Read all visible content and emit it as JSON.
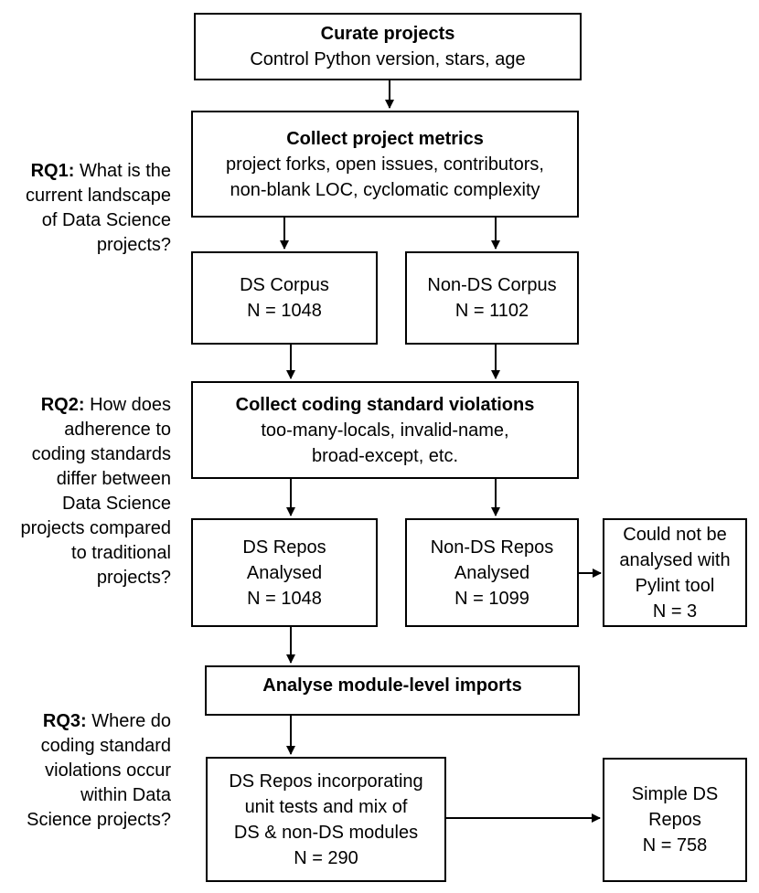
{
  "boxes": {
    "curate": {
      "title": "Curate projects",
      "lines": [
        "Control Python version, stars, age"
      ]
    },
    "metrics": {
      "title": "Collect project metrics",
      "lines": [
        "project forks, open issues, contributors,",
        "non-blank LOC, cyclomatic complexity"
      ]
    },
    "ds_corpus": {
      "lines": [
        "DS Corpus",
        "N = 1048"
      ]
    },
    "non_ds_corpus": {
      "lines": [
        "Non-DS Corpus",
        "N = 1102"
      ]
    },
    "violations": {
      "title": "Collect coding standard violations",
      "lines": [
        "too-many-locals, invalid-name,",
        "broad-except, etc."
      ]
    },
    "ds_analysed": {
      "lines": [
        "DS Repos",
        "Analysed",
        "N = 1048"
      ]
    },
    "non_ds_analysed": {
      "lines": [
        "Non-DS Repos",
        "Analysed",
        "N = 1099"
      ]
    },
    "not_analysed": {
      "lines": [
        "Could not be",
        "analysed with",
        "Pylint tool",
        "N = 3"
      ]
    },
    "imports": {
      "title": "Analyse module-level imports"
    },
    "ds_unit_tests": {
      "lines": [
        "DS Repos incorporating",
        "unit tests and mix of",
        "DS & non-DS modules",
        "N = 290"
      ]
    },
    "simple_ds": {
      "lines": [
        "Simple DS",
        "Repos",
        "N = 758"
      ]
    }
  },
  "research_questions": {
    "rq1": {
      "label": "RQ1:",
      "text_first": "What is the",
      "text_rest": [
        "current landscape",
        "of Data Science",
        "projects?"
      ]
    },
    "rq2": {
      "label": "RQ2:",
      "text_first": "How does",
      "text_rest": [
        "adherence to",
        "coding standards",
        "differ between",
        "Data Science",
        "projects compared",
        "to traditional",
        "projects?"
      ]
    },
    "rq3": {
      "label": "RQ3:",
      "text_first": "Where do",
      "text_rest": [
        "coding standard",
        "violations occur",
        "within Data",
        "Science projects?"
      ]
    }
  }
}
